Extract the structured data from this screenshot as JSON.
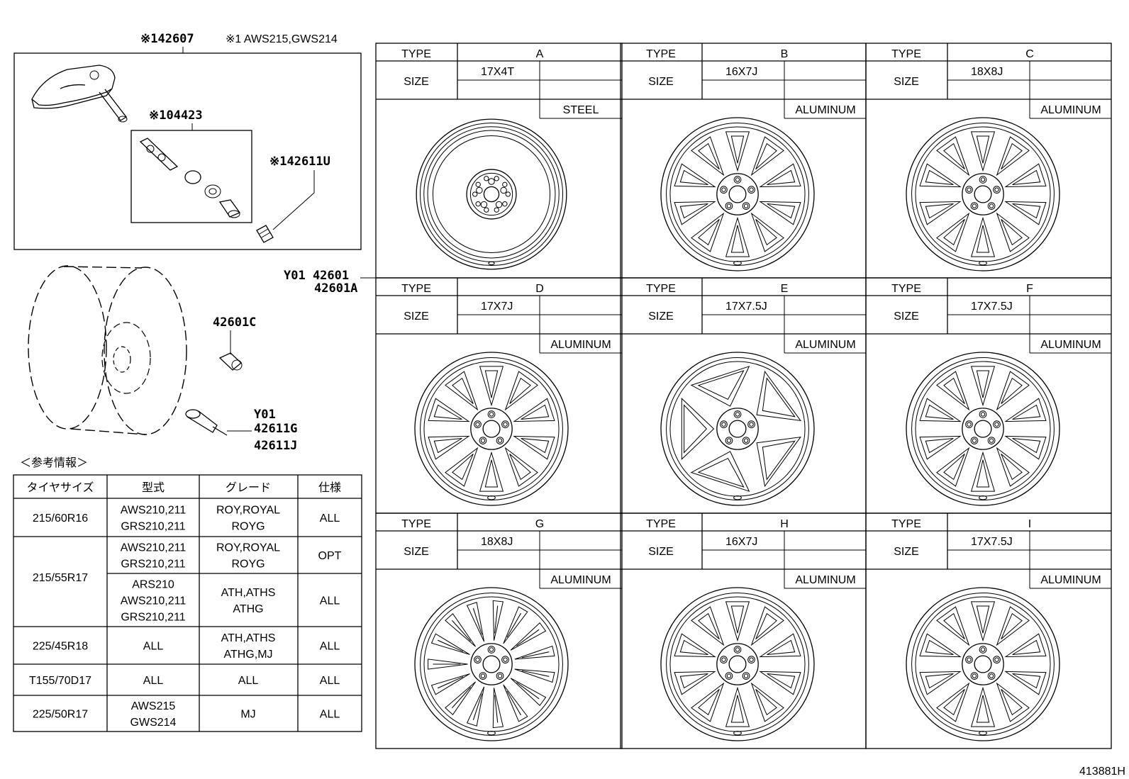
{
  "parts_panel": {
    "top_part": "※142607",
    "top_note": "※1 AWS215,GWS214",
    "valve_kit": "※104423",
    "cap_part": "※142611U",
    "wheel_ref_line1": "Y01 42601",
    "wheel_ref_line2": "42601A",
    "nut_part": "42601C",
    "valve_ref_y": "Y01",
    "valve_ref_g": "42611G",
    "valve_ref_j": "42611J"
  },
  "ref_table": {
    "title": "＜参考情報＞",
    "headers": [
      "タイヤサイズ",
      "型式",
      "グレード",
      "仕様"
    ],
    "rows": [
      {
        "size": "215/60R16",
        "model": [
          "AWS210,211",
          "GRS210,211"
        ],
        "grade": [
          "ROY,ROYAL",
          "ROYG"
        ],
        "spec": "ALL"
      },
      {
        "size": "215/55R17",
        "model": [
          "AWS210,211",
          "GRS210,211"
        ],
        "grade": [
          "ROY,ROYAL",
          "ROYG"
        ],
        "spec": "OPT"
      },
      {
        "size": "",
        "model": [
          "ARS210",
          "AWS210,211",
          "GRS210,211"
        ],
        "grade": [
          "ATH,ATHS",
          "ATHG"
        ],
        "spec": "ALL"
      },
      {
        "size": "225/45R18",
        "model": [
          "ALL"
        ],
        "grade": [
          "ATH,ATHS",
          "ATHG,MJ"
        ],
        "spec": "ALL"
      },
      {
        "size": "T155/70D17",
        "model": [
          "ALL"
        ],
        "grade": [
          "ALL"
        ],
        "spec": "ALL"
      },
      {
        "size": "225/50R17",
        "model": [
          "AWS215",
          "GWS214"
        ],
        "grade": [
          "MJ"
        ],
        "spec": "ALL"
      }
    ]
  },
  "wheel_grid": {
    "type_label": "TYPE",
    "size_label": "SIZE",
    "cells": [
      {
        "type": "A",
        "size": "17X4T",
        "material": "STEEL",
        "spokes": 0
      },
      {
        "type": "B",
        "size": "16X7J",
        "material": "ALUMINUM",
        "spokes": 10
      },
      {
        "type": "C",
        "size": "18X8J",
        "material": "ALUMINUM",
        "spokes": 10
      },
      {
        "type": "D",
        "size": "17X7J",
        "material": "ALUMINUM",
        "spokes": 10
      },
      {
        "type": "E",
        "size": "17X7.5J",
        "material": "ALUMINUM",
        "spokes": 5
      },
      {
        "type": "F",
        "size": "17X7.5J",
        "material": "ALUMINUM",
        "spokes": 10
      },
      {
        "type": "G",
        "size": "18X8J",
        "material": "ALUMINUM",
        "spokes": 15
      },
      {
        "type": "H",
        "size": "16X7J",
        "material": "ALUMINUM",
        "spokes": 10
      },
      {
        "type": "I",
        "size": "17X7.5J",
        "material": "ALUMINUM",
        "spokes": 10
      }
    ]
  },
  "diagram_id": "413881H"
}
